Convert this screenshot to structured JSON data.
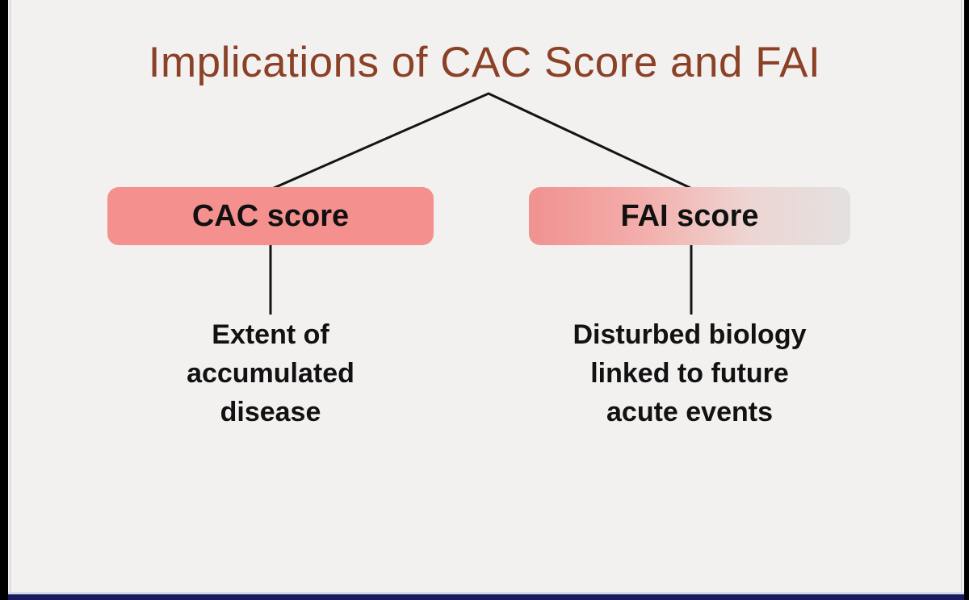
{
  "slide": {
    "title": "Implications of CAC Score and FAI",
    "colors": {
      "background": "#F3F1F0",
      "title_text": "#8B4126",
      "cac_box": "#F4918F",
      "fai_box_gradient_start": "#F09290",
      "fai_box_gradient_end": "#E3E1E0",
      "connector_line": "#141414",
      "body_text": "#121212",
      "bottom_bar": "#1A1A5E"
    },
    "branches": [
      {
        "label": "CAC score",
        "description_lines": [
          "Extent of",
          "accumulated",
          "disease"
        ]
      },
      {
        "label": "FAI score",
        "description_lines": [
          "Disturbed biology",
          "linked to future",
          "acute events"
        ]
      }
    ]
  }
}
